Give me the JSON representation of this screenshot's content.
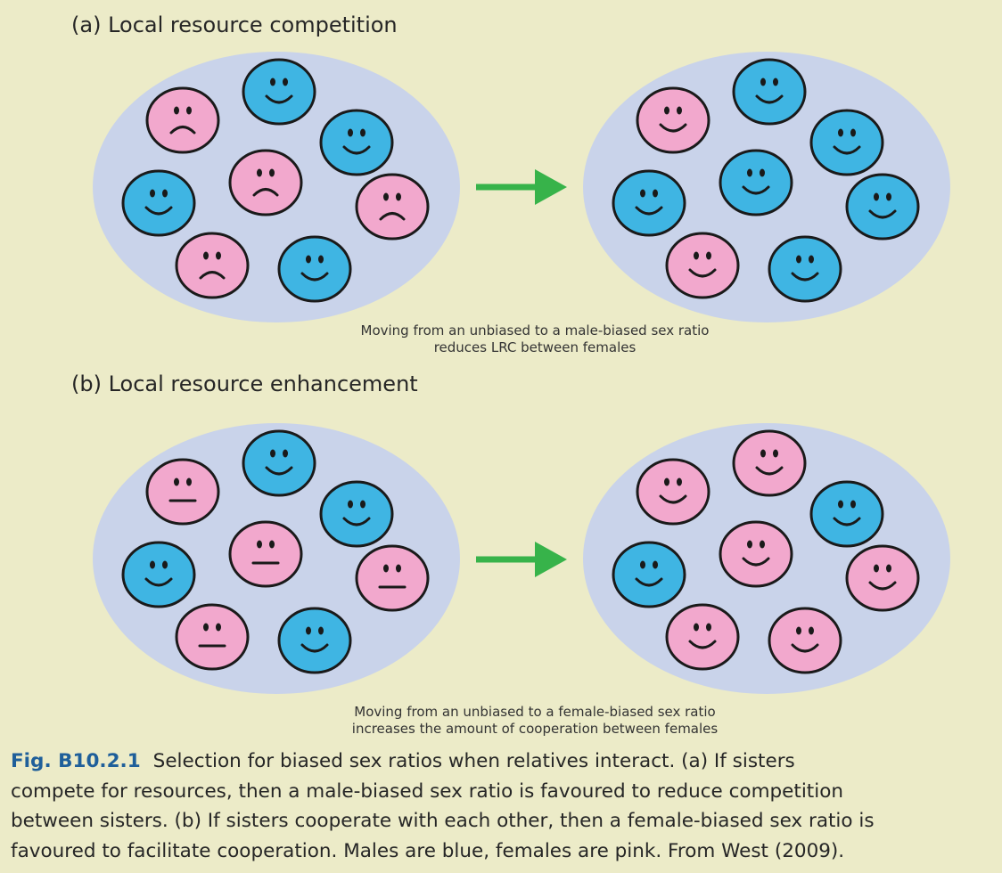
{
  "panels": [
    {
      "title": "(a) Local resource competition",
      "caption_lines": [
        "Moving from an unbiased to a male-biased sex ratio",
        "reduces LRC between females"
      ],
      "before": [
        "female-sad",
        "male-happy",
        "male-happy",
        "male-happy",
        "female-sad",
        "female-sad",
        "female-sad",
        "male-happy"
      ],
      "after": [
        "female-happy",
        "male-happy",
        "male-happy",
        "male-happy",
        "male-happy",
        "male-happy",
        "female-happy",
        "male-happy"
      ]
    },
    {
      "title": "(b) Local resource enhancement",
      "caption_lines": [
        "Moving from an unbiased to a female-biased sex ratio",
        "increases the amount of cooperation between females"
      ],
      "before": [
        "female-neutral",
        "male-happy",
        "male-happy",
        "male-happy",
        "female-neutral",
        "female-neutral",
        "female-neutral",
        "male-happy"
      ],
      "after": [
        "female-happy",
        "female-happy",
        "male-happy",
        "male-happy",
        "female-happy",
        "female-happy",
        "female-happy",
        "female-happy"
      ]
    }
  ],
  "figure_caption": {
    "label": "Fig. B10.2.1",
    "lines": [
      "Selection for biased sex ratios when relatives interact. (a) If sisters",
      "compete for resources, then a male-biased sex ratio is favoured to reduce competition",
      "between sisters. (b) If sisters cooperate with each other, then a female-biased sex ratio is",
      "favoured to facilitate cooperation. Males are blue, females are pink. From West (2009)."
    ]
  },
  "colors": {
    "background": "#ecebc8",
    "ellipse_fill": "#c9d3ea",
    "male": "#3fb5e3",
    "female": "#f2a8cd",
    "arrow": "#37b34a",
    "label_blue": "#1f5f9a"
  }
}
